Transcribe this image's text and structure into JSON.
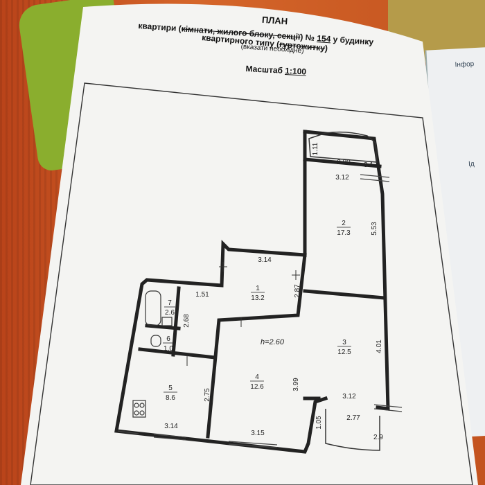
{
  "document": {
    "heading": "ПЛАН",
    "line1_prefix": "квартири (",
    "line1_struck": "кімнати, жилого блоку, секції",
    "line1_middle": ") № ",
    "apartment_number": "154",
    "line1_suffix": " у будинку",
    "line2_prefix": "квартирного типу (",
    "line2_struck": "гуртожитку",
    "line2_suffix": ")",
    "note": "(вказати необхідне)",
    "scale_label": "Масштаб ",
    "scale_value": "1:100",
    "ceiling_height": "h=2.60"
  },
  "rooms": [
    {
      "number": "1",
      "area": "13.2"
    },
    {
      "number": "2",
      "area": "17.3"
    },
    {
      "number": "3",
      "area": "12.5"
    },
    {
      "number": "4",
      "area": "12.6"
    },
    {
      "number": "5",
      "area": "8.6"
    },
    {
      "number": "6",
      "area": "1.0"
    },
    {
      "number": "7",
      "area": "2.6"
    }
  ],
  "dimensions": {
    "balcony_top_side": "1.11",
    "balcony_top_width": "2.80",
    "balcony_top_right": "3.1",
    "room2_width": "3.12",
    "room2_length": "5.53",
    "room1_width": "3.14",
    "corridor_width": "1.51",
    "room1_length": "2.87",
    "bath_length": "2.68",
    "room3_length": "4.01",
    "room4_length": "3.99",
    "kitchen_length": "2.75",
    "kitchen_width": "3.14",
    "room4_width": "3.15",
    "room3_width_top": "3.12",
    "room3_width": "2.77",
    "balcony_bottom_side": "1.05",
    "balcony_bottom_width": "2.9"
  },
  "side_document": {
    "top_text": "Інфор",
    "mid_text": "Ід"
  }
}
